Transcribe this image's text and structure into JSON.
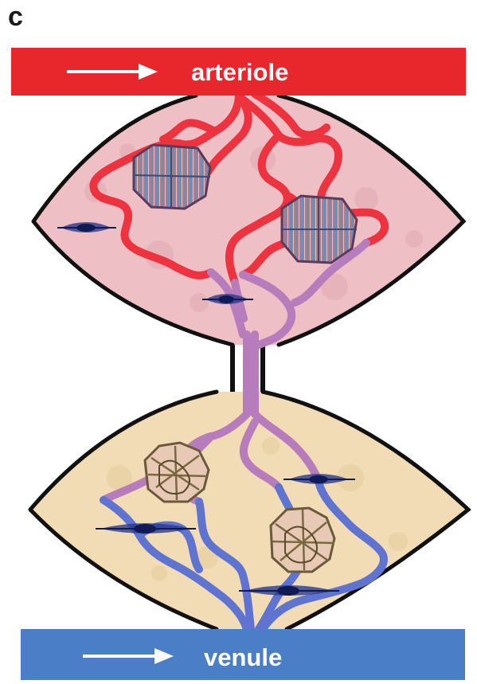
{
  "panel_label": "c",
  "arteriole": {
    "label": "arteriole",
    "color": "#e8272c"
  },
  "venule": {
    "label": "venule",
    "color": "#4a7fc8"
  },
  "colors": {
    "upper_lobe": "#eebfc4",
    "lower_lobe": "#f1dcb5",
    "outline": "#111111",
    "vessel_red": "#ee3340",
    "vessel_purple": "#b77cbb",
    "vessel_blue": "#5f74d0",
    "endothelial_nucleus": "#1f2a7a"
  },
  "icons": [
    "arrow-right-icon",
    "cardiomyocyte-icon",
    "collagen-cluster-icon",
    "endothelial-cell-icon"
  ]
}
